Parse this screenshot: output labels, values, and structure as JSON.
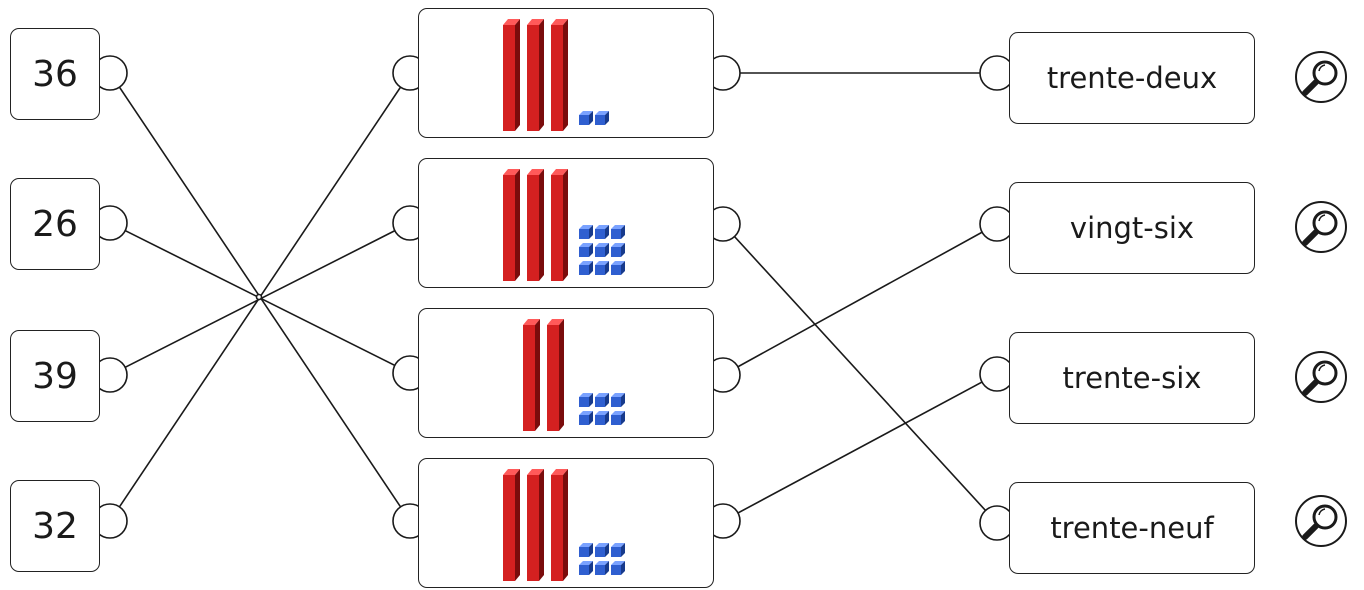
{
  "numbers": [
    {
      "label": "36"
    },
    {
      "label": "26"
    },
    {
      "label": "39"
    },
    {
      "label": "32"
    }
  ],
  "pictures": [
    {
      "tens": 3,
      "units": 2
    },
    {
      "tens": 3,
      "units": 9
    },
    {
      "tens": 2,
      "units": 6
    },
    {
      "tens": 3,
      "units": 6
    }
  ],
  "words": [
    {
      "label": "trente-deux"
    },
    {
      "label": "vingt-six"
    },
    {
      "label": "trente-six"
    },
    {
      "label": "trente-neuf"
    }
  ],
  "links": {
    "number_to_picture": [
      [
        0,
        3
      ],
      [
        1,
        2
      ],
      [
        2,
        1
      ],
      [
        3,
        0
      ]
    ],
    "picture_to_word": [
      [
        0,
        0
      ],
      [
        1,
        3
      ],
      [
        2,
        1
      ],
      [
        3,
        2
      ]
    ]
  },
  "icons": {
    "magnifier": "magnifier-icon",
    "ten_rod_color": "#d42020",
    "unit_cube_color": "#2f5fd0"
  }
}
